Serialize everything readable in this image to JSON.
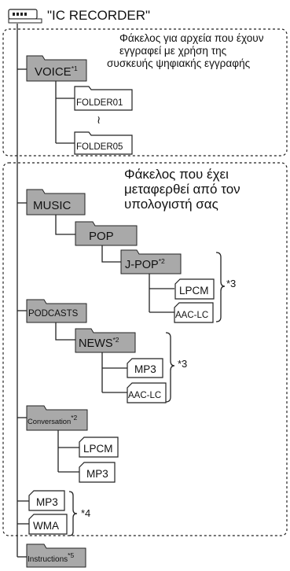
{
  "device": {
    "icon": "recorder-device-icon",
    "label": "\"IC RECORDER\""
  },
  "groups": {
    "voice_note": [
      "Φάκελος για αρχεία που έχουν",
      "εγγραφεί με χρήση της",
      "συσκευής ψηφιακής εγγραφής"
    ],
    "computer_note": [
      "Φάκελος που έχει",
      "μεταφερθεί από τον",
      "υπολογιστή σας"
    ]
  },
  "folders": {
    "voice": {
      "label": "VOICE",
      "mark": "*1"
    },
    "folder01": {
      "label": "FOLDER01"
    },
    "ellipsis": {
      "label": "≀"
    },
    "folder05": {
      "label": "FOLDER05"
    },
    "music": {
      "label": "MUSIC"
    },
    "pop": {
      "label": "POP"
    },
    "jpop": {
      "label": "J-POP",
      "mark": "*2"
    },
    "jpop_lpcm": {
      "label": "LPCM"
    },
    "jpop_aac": {
      "label": "AAC-LC"
    },
    "mark3a": {
      "label": "*3"
    },
    "podcasts": {
      "label": "PODCASTS"
    },
    "news": {
      "label": "NEWS",
      "mark": "*2"
    },
    "news_mp3": {
      "label": "MP3"
    },
    "news_aac": {
      "label": "AAC-LC"
    },
    "mark3b": {
      "label": "*3"
    },
    "conversation": {
      "label": "Conversation",
      "mark": "*2"
    },
    "conv_lpcm": {
      "label": "LPCM"
    },
    "conv_mp3": {
      "label": "MP3"
    },
    "root_mp3": {
      "label": "MP3"
    },
    "root_wma": {
      "label": "WMA"
    },
    "mark4": {
      "label": "*4"
    },
    "instructions": {
      "label": "Instructions",
      "mark": "*5"
    }
  },
  "colors": {
    "gray_folder": "#a9a9a9",
    "line": "#222222"
  }
}
